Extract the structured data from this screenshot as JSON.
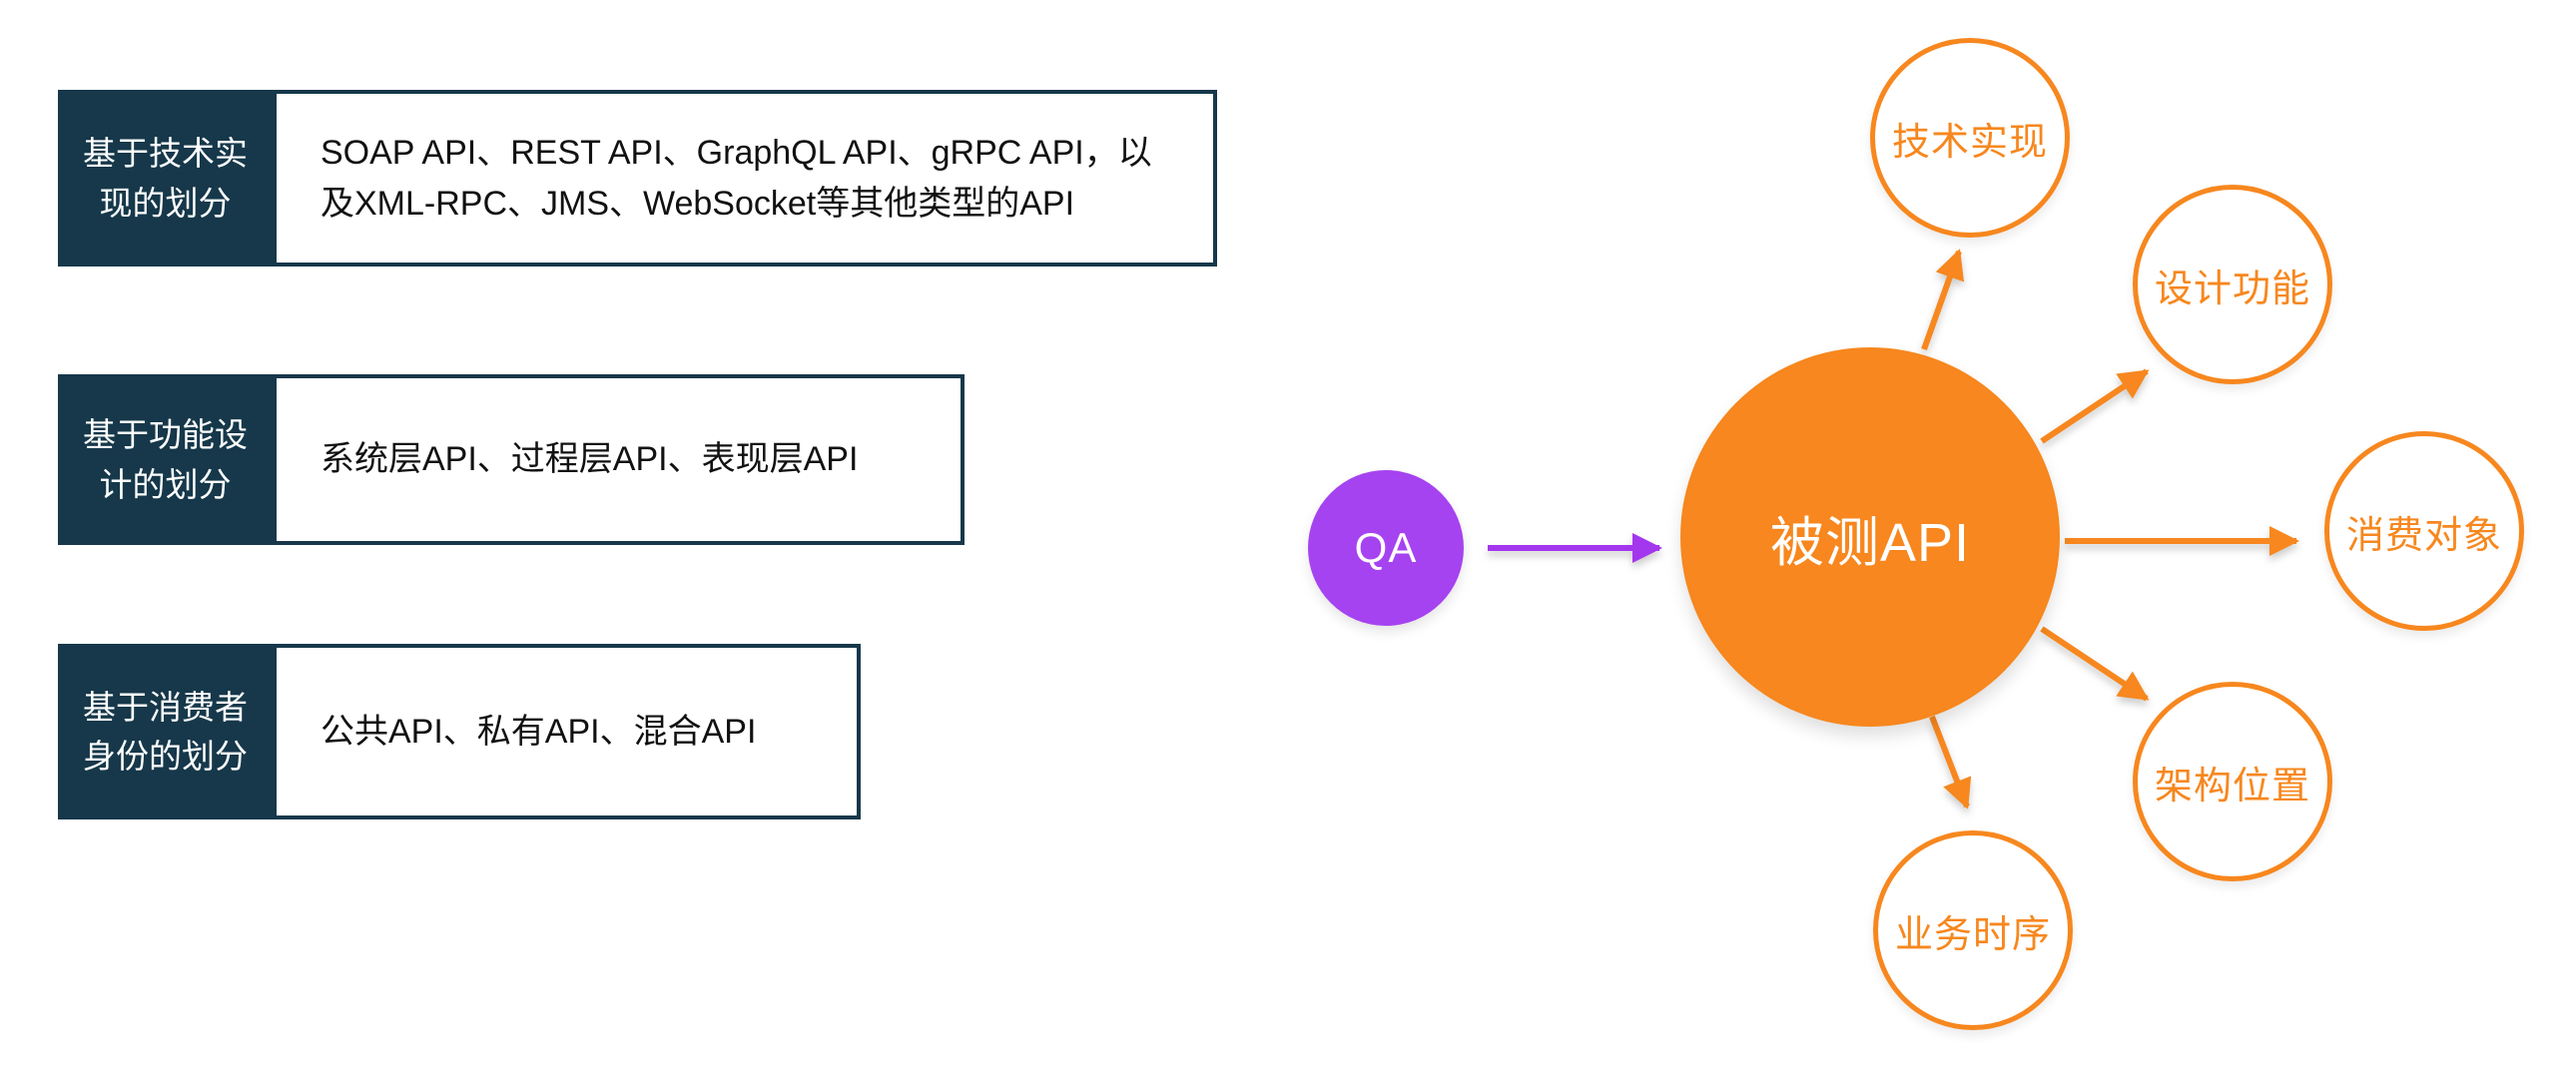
{
  "colors": {
    "header_dark": "#16384A",
    "orange": "#F7871E",
    "purple_node": "#A643F0",
    "purple_arrow": "#A436EE",
    "content_text": "#111111",
    "node_text": "#FFFFFF",
    "background": "#FFFFFF"
  },
  "categories": [
    {
      "label": "基于技术实现的划分",
      "content": "SOAP API、REST API、GraphQL API、gRPC API，以及XML-RPC、JMS、WebSocket等其他类型的API"
    },
    {
      "label": "基于功能设计的划分",
      "content": "系统层API、过程层API、表现层API"
    },
    {
      "label": "基于消费者身份的划分",
      "content": "公共API、私有API、混合API"
    }
  ],
  "diagram": {
    "source": {
      "label": "QA"
    },
    "center": {
      "label": "被测API"
    },
    "aspects": [
      {
        "label": "技术实现"
      },
      {
        "label": "设计功能"
      },
      {
        "label": "消费对象"
      },
      {
        "label": "架构位置"
      },
      {
        "label": "业务时序"
      }
    ]
  }
}
